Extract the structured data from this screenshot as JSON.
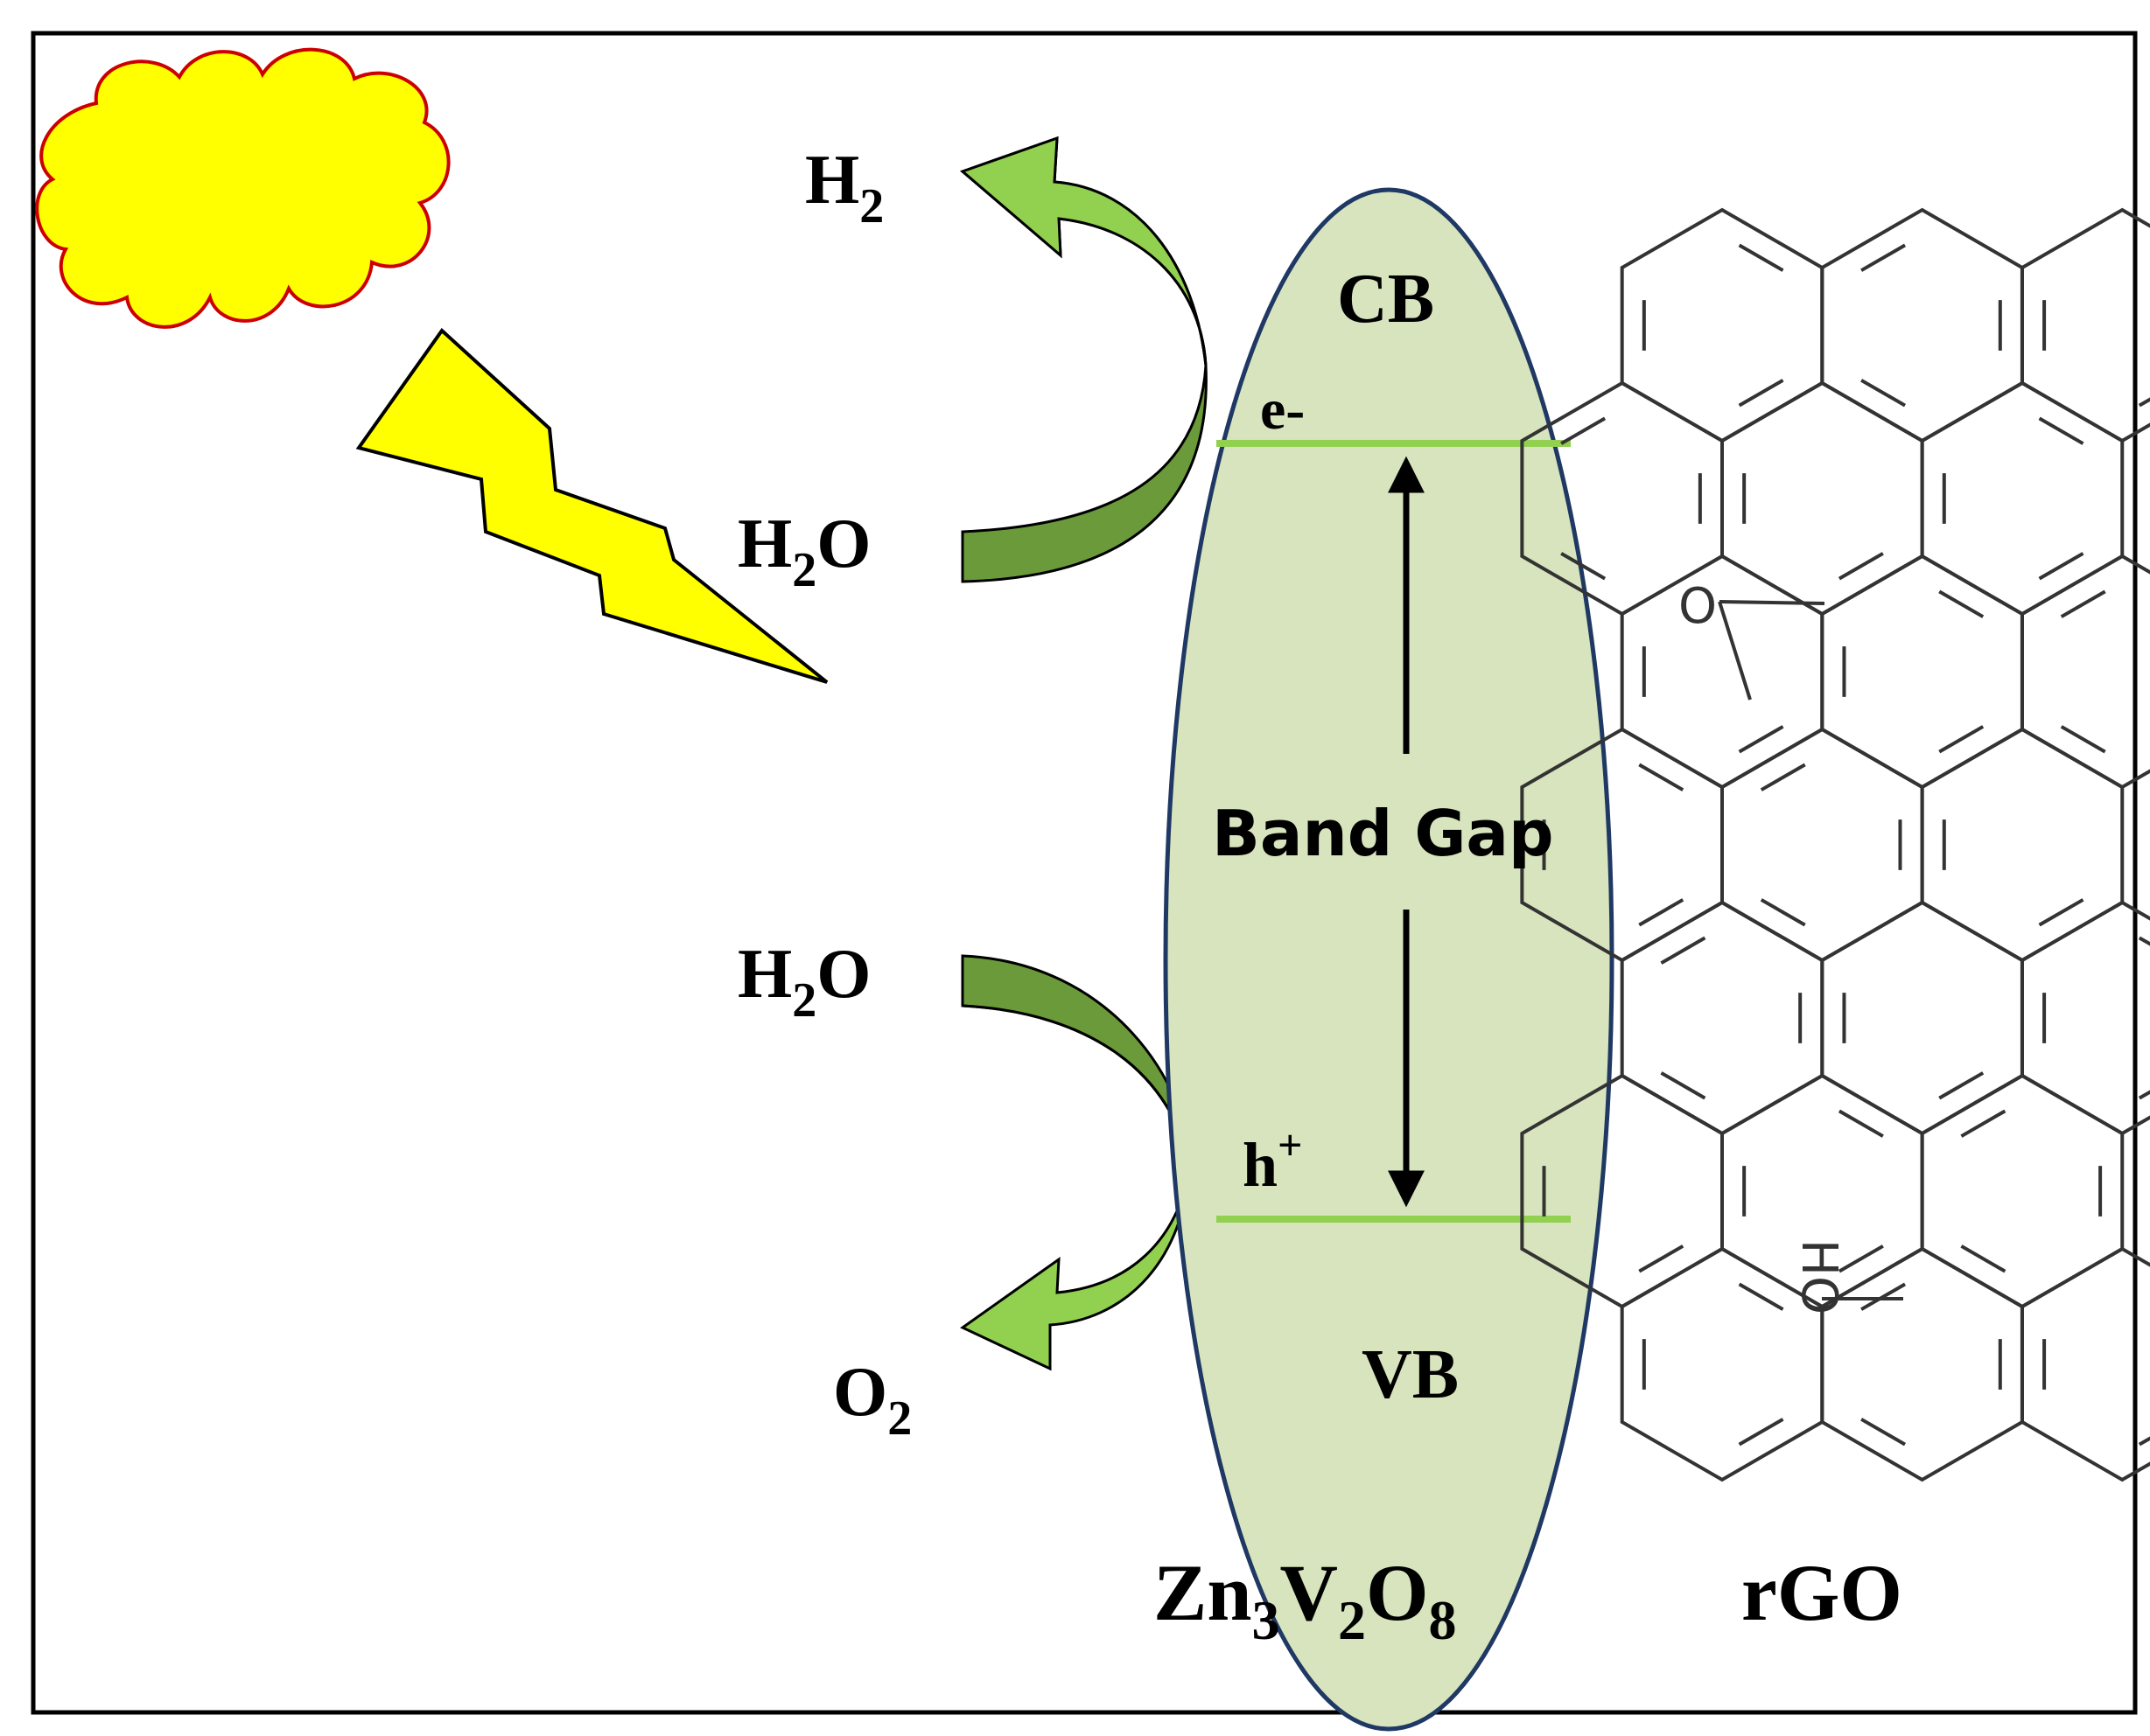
{
  "labels": {
    "h2_top": {
      "main": "H",
      "sub": "2"
    },
    "h2o_top": {
      "main": "H",
      "sub": "2",
      "tail": "O"
    },
    "h2o_bottom": {
      "main": "H",
      "sub": "2",
      "tail": "O"
    },
    "o2_bottom": {
      "main": "O",
      "sub": "2"
    },
    "cb": "CB",
    "vb": "VB",
    "electron": "e-",
    "hole": {
      "main": "h",
      "sup": "+"
    },
    "band_gap": "Band Gap",
    "semiconductor": {
      "p1": "Zn",
      "s1": "3",
      "p2": "V",
      "s2": "2",
      "p3": "O",
      "s3": "8"
    },
    "graphene": "rGO"
  },
  "rgo_groups": {
    "epoxy": "O",
    "hydroxyl": "HO"
  },
  "colors": {
    "ellipse_fill": "#d7e4bd",
    "ellipse_stroke": "#1f3864",
    "band_line": "#92d050",
    "arrow_light": "#92d050",
    "arrow_dark": "#6b9a3a",
    "sun_fill": "#ffff00",
    "sun_stroke": "#cc0000",
    "bolt_fill": "#ffff00",
    "text": "#000000"
  }
}
